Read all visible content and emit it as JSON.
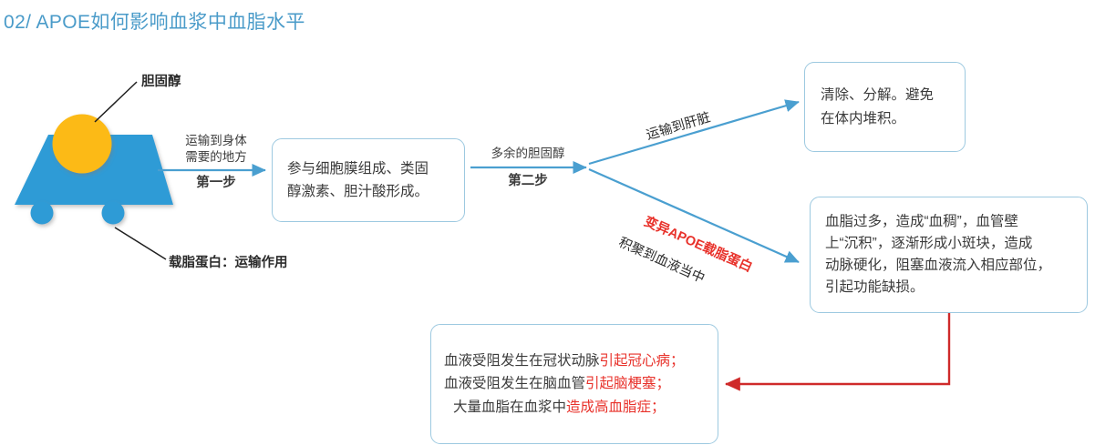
{
  "title": "02/ APOE如何影响血浆中血脂水平",
  "colors": {
    "title": "#4a9bc9",
    "cart_blue": "#2e9bd6",
    "cholesterol_yellow": "#fcba14",
    "box_border": "#9dc9e0",
    "arrow_blue": "#4a9fd0",
    "red": "#e8312a",
    "text": "#3b3b3b"
  },
  "illustration": {
    "cholesterol_label": "胆固醇",
    "apolipoprotein_label": "载脂蛋白：运输作用",
    "cart_name": "lipoprotein-cart",
    "circle_name": "cholesterol-circle"
  },
  "edges": {
    "step1": {
      "above_line1": "运输到身体",
      "above_line2": "需要的地方",
      "below": "第一步"
    },
    "step2": {
      "above": "多余的胆固醇",
      "below": "第二步"
    },
    "branch_up": {
      "label": "运输到肝脏"
    },
    "branch_down": {
      "label_red": "变异APOE载脂蛋白",
      "label_black": "积聚到血液当中"
    }
  },
  "boxes": {
    "process": {
      "lines": [
        "参与细胞膜组成、类固",
        "醇激素、胆汁酸形成。"
      ]
    },
    "liver": {
      "lines": [
        "清除、分解。避免",
        "在体内堆积。"
      ]
    },
    "lipid": {
      "lines": [
        "血脂过多，造成“血稠”，血管壁",
        "上“沉积”，逐渐形成小斑块，造成",
        "动脉硬化，阻塞血液流入相应部位，",
        "引起功能缺损。"
      ]
    },
    "disease": {
      "lines": [
        {
          "black": "血液受阻发生在冠状动脉",
          "red": "引起冠心病；"
        },
        {
          "black": "血液受阻发生在脑血管",
          "red": "引起脑梗塞；"
        },
        {
          "black": "大量血脂在血浆中",
          "red": "造成高血脂症；"
        }
      ]
    }
  }
}
